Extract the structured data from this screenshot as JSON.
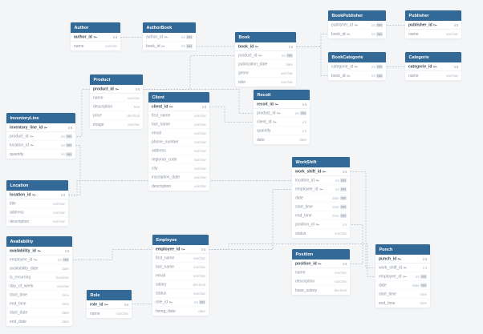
{
  "app": {
    "name": "Entity relationship diagram",
    "canvas_bg": "#f4f5f6",
    "header_color": "#336996",
    "line_color": "#b5bcc6",
    "nn_badge": "NN"
  },
  "tables": [
    {
      "name": "Author",
      "fields": [
        {
          "name": "author_id",
          "type": "int",
          "key": "pk"
        },
        {
          "name": "name",
          "type": "varchar"
        }
      ]
    },
    {
      "name": "AuthorBook",
      "fields": [
        {
          "name": "author_id",
          "type": "int",
          "key": "fk",
          "nn": true
        },
        {
          "name": "book_id",
          "type": "int",
          "key": "fk",
          "nn": true
        }
      ]
    },
    {
      "name": "Book",
      "fields": [
        {
          "name": "book_id",
          "type": "int",
          "key": "pk"
        },
        {
          "name": "product_id",
          "type": "int",
          "key": "fk",
          "nn": true
        },
        {
          "name": "publication_date",
          "type": "date"
        },
        {
          "name": "genre",
          "type": "varchar"
        },
        {
          "name": "isbn",
          "type": "varchar"
        }
      ]
    },
    {
      "name": "BookPublisher",
      "fields": [
        {
          "name": "publisher_id",
          "type": "int",
          "key": "fk",
          "nn": true
        },
        {
          "name": "book_id",
          "type": "int",
          "key": "fk",
          "nn": true
        }
      ]
    },
    {
      "name": "Publisher",
      "fields": [
        {
          "name": "publisher_id",
          "type": "int",
          "key": "pk"
        },
        {
          "name": "name",
          "type": "varchar"
        }
      ]
    },
    {
      "name": "BookCategorie",
      "fields": [
        {
          "name": "categorie_id",
          "type": "int",
          "key": "fk",
          "nn": true
        },
        {
          "name": "book_id",
          "type": "int",
          "key": "fk",
          "nn": true
        }
      ]
    },
    {
      "name": "Categorie",
      "fields": [
        {
          "name": "categorie_id",
          "type": "int",
          "key": "pk"
        },
        {
          "name": "name",
          "type": "varchar"
        }
      ]
    },
    {
      "name": "Product",
      "fields": [
        {
          "name": "product_id",
          "type": "int",
          "key": "pk"
        },
        {
          "name": "name",
          "type": "varchar"
        },
        {
          "name": "description",
          "type": "text"
        },
        {
          "name": "price",
          "type": "decimal"
        },
        {
          "name": "image",
          "type": "varchar"
        }
      ]
    },
    {
      "name": "Client",
      "fields": [
        {
          "name": "client_id",
          "type": "int",
          "key": "pk"
        },
        {
          "name": "first_name",
          "type": "varchar"
        },
        {
          "name": "last_name",
          "type": "varchar"
        },
        {
          "name": "email",
          "type": "varchar"
        },
        {
          "name": "phone_number",
          "type": "varchar"
        },
        {
          "name": "address",
          "type": "varchar"
        },
        {
          "name": "regional_code",
          "type": "varchar"
        },
        {
          "name": "city",
          "type": "varchar"
        },
        {
          "name": "inscription_date",
          "type": "varchar"
        },
        {
          "name": "description",
          "type": "varchar"
        }
      ]
    },
    {
      "name": "Recoit",
      "fields": [
        {
          "name": "recoit_id",
          "type": "int",
          "key": "pk"
        },
        {
          "name": "product_id",
          "type": "int",
          "key": "fk",
          "nn": true
        },
        {
          "name": "client_id",
          "type": "int",
          "key": "fk"
        },
        {
          "name": "quantity",
          "type": "int"
        },
        {
          "name": "date",
          "type": "date"
        }
      ]
    },
    {
      "name": "InventoryLine",
      "fields": [
        {
          "name": "inventory_line_id",
          "type": "int",
          "key": "pk"
        },
        {
          "name": "product_id",
          "type": "int",
          "key": "fk",
          "nn": true
        },
        {
          "name": "location_id",
          "type": "int",
          "key": "fk",
          "nn": true
        },
        {
          "name": "quantity",
          "type": "int",
          "nn": true
        }
      ]
    },
    {
      "name": "Location",
      "fields": [
        {
          "name": "location_id",
          "type": "int",
          "key": "pk"
        },
        {
          "name": "title",
          "type": "varchar"
        },
        {
          "name": "address",
          "type": "varchar"
        },
        {
          "name": "description",
          "type": "varchar"
        }
      ]
    },
    {
      "name": "Availability",
      "fields": [
        {
          "name": "availability_id",
          "type": "int",
          "key": "pk"
        },
        {
          "name": "employee_id",
          "type": "int",
          "key": "fk",
          "nn": true
        },
        {
          "name": "availability_date",
          "type": "date"
        },
        {
          "name": "is_recurring",
          "type": "boolean"
        },
        {
          "name": "day_of_week",
          "type": "varchar"
        },
        {
          "name": "start_time",
          "type": "time"
        },
        {
          "name": "end_time",
          "type": "time"
        },
        {
          "name": "start_date",
          "type": "date"
        },
        {
          "name": "end_date",
          "type": "date"
        }
      ]
    },
    {
      "name": "Role",
      "fields": [
        {
          "name": "role_id",
          "type": "int",
          "key": "pk"
        },
        {
          "name": "name",
          "type": "varchar"
        }
      ]
    },
    {
      "name": "Employee",
      "fields": [
        {
          "name": "employee_id",
          "type": "int",
          "key": "pk"
        },
        {
          "name": "first_name",
          "type": "varchar"
        },
        {
          "name": "last_name",
          "type": "varchar"
        },
        {
          "name": "email",
          "type": "varchar"
        },
        {
          "name": "salary",
          "type": "decimal"
        },
        {
          "name": "status",
          "type": "varchar"
        },
        {
          "name": "role_id",
          "type": "int",
          "key": "fk",
          "nn": true
        },
        {
          "name": "hiring_date",
          "type": "date"
        }
      ]
    },
    {
      "name": "WorkShift",
      "fields": [
        {
          "name": "work_shift_id",
          "type": "int",
          "key": "pk"
        },
        {
          "name": "location_id",
          "type": "int",
          "key": "fk",
          "nn": true
        },
        {
          "name": "employee_id",
          "type": "int",
          "key": "fk",
          "nn": true
        },
        {
          "name": "date",
          "type": "date",
          "nn": true
        },
        {
          "name": "start_time",
          "type": "time",
          "nn": true
        },
        {
          "name": "end_time",
          "type": "time",
          "nn": true
        },
        {
          "name": "position_id",
          "type": "int",
          "key": "fk"
        },
        {
          "name": "status",
          "type": "varchar"
        }
      ]
    },
    {
      "name": "Position",
      "fields": [
        {
          "name": "position_id",
          "type": "int",
          "key": "pk"
        },
        {
          "name": "name",
          "type": "varchar"
        },
        {
          "name": "description",
          "type": "varchar"
        },
        {
          "name": "base_salary",
          "type": "decimal"
        }
      ]
    },
    {
      "name": "Punch",
      "fields": [
        {
          "name": "punch_id",
          "type": "int",
          "key": "pk"
        },
        {
          "name": "work_shift_id",
          "type": "int",
          "key": "fk"
        },
        {
          "name": "employee_id",
          "type": "int",
          "key": "fk",
          "nn": true
        },
        {
          "name": "date",
          "type": "date",
          "nn": true
        },
        {
          "name": "start_time",
          "type": "time"
        },
        {
          "name": "end_time",
          "type": "time"
        }
      ]
    }
  ],
  "relationships": [
    {
      "from": "Author.author_id",
      "to": "AuthorBook.author_id"
    },
    {
      "from": "Book.book_id",
      "to": "AuthorBook.book_id"
    },
    {
      "from": "Product.product_id",
      "to": "Book.product_id"
    },
    {
      "from": "Book.book_id",
      "to": "BookPublisher.book_id"
    },
    {
      "from": "Publisher.publisher_id",
      "to": "BookPublisher.publisher_id"
    },
    {
      "from": "Book.book_id",
      "to": "BookCategorie.book_id"
    },
    {
      "from": "Categorie.categorie_id",
      "to": "BookCategorie.categorie_id"
    },
    {
      "from": "Product.product_id",
      "to": "Recoit.product_id"
    },
    {
      "from": "Client.client_id",
      "to": "Recoit.client_id"
    },
    {
      "from": "Product.product_id",
      "to": "InventoryLine.product_id"
    },
    {
      "from": "Location.location_id",
      "to": "InventoryLine.location_id"
    },
    {
      "from": "Location.location_id",
      "to": "WorkShift.location_id"
    },
    {
      "from": "Employee.employee_id",
      "to": "WorkShift.employee_id"
    },
    {
      "from": "Employee.employee_id",
      "to": "Availability.employee_id"
    },
    {
      "from": "Role.role_id",
      "to": "Employee.role_id"
    },
    {
      "from": "WorkShift.work_shift_id",
      "to": "Punch.work_shift_id"
    },
    {
      "from": "Position.position_id",
      "to": "WorkShift.position_id"
    },
    {
      "from": "Employee.employee_id",
      "to": "Punch.employee_id"
    }
  ]
}
